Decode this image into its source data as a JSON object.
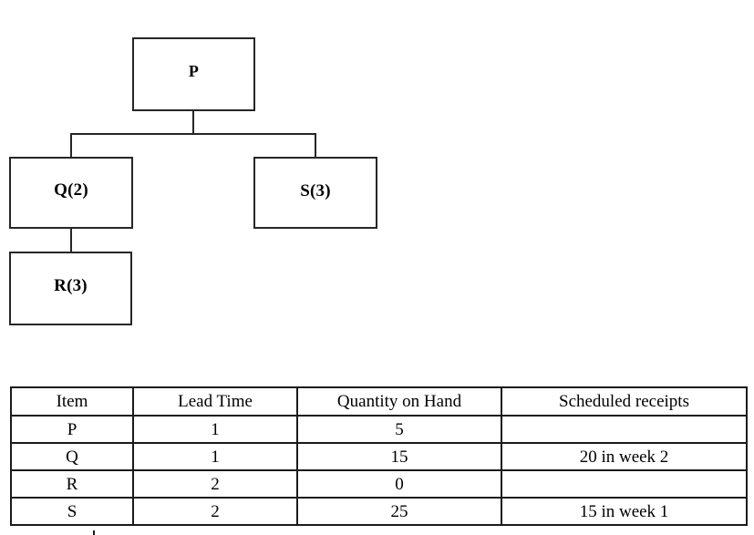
{
  "document": {
    "type": "bill-of-materials-with-inventory-table"
  },
  "bom_tree": {
    "nodes": [
      {
        "id": "P",
        "label": "P"
      },
      {
        "id": "Q",
        "label": "Q(2)"
      },
      {
        "id": "S",
        "label": "S(3)"
      },
      {
        "id": "R",
        "label": "R(3)"
      }
    ],
    "edges": [
      {
        "from": "P",
        "to": "Q"
      },
      {
        "from": "P",
        "to": "S"
      },
      {
        "from": "Q",
        "to": "R"
      }
    ]
  },
  "table": {
    "headers": [
      "Item",
      "Lead Time",
      "Quantity on Hand",
      "Scheduled receipts"
    ],
    "rows": [
      {
        "item": "P",
        "lead_time": "1",
        "quantity_on_hand": "5",
        "scheduled_receipts": ""
      },
      {
        "item": "Q",
        "lead_time": "1",
        "quantity_on_hand": "15",
        "scheduled_receipts": "20 in week 2"
      },
      {
        "item": "R",
        "lead_time": "2",
        "quantity_on_hand": "0",
        "scheduled_receipts": ""
      },
      {
        "item": "S",
        "lead_time": "2",
        "quantity_on_hand": "25",
        "scheduled_receipts": "15 in week 1"
      }
    ]
  },
  "colors": {
    "background": "#ffffff",
    "ink": "#000000",
    "box_border": "#262626",
    "table_border": "#1a1a1a"
  }
}
